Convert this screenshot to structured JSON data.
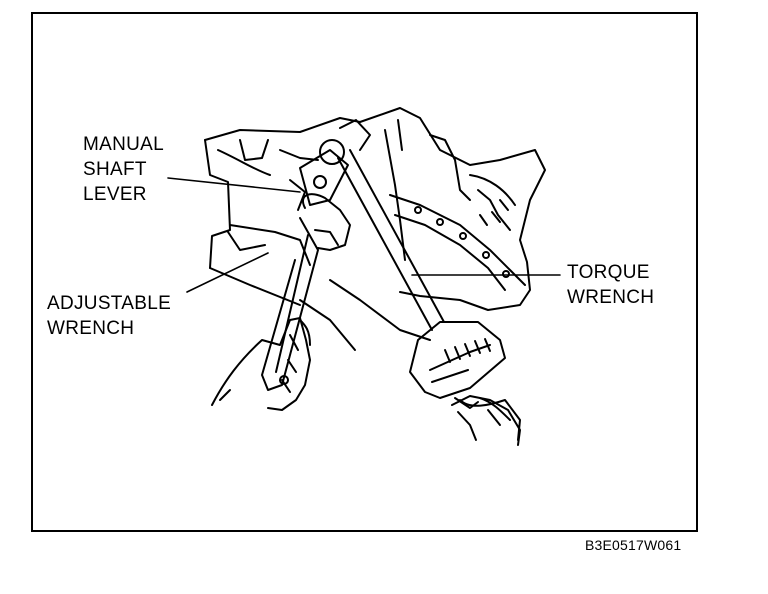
{
  "labels": {
    "manual_shaft_lever": [
      "MANUAL",
      "SHAFT",
      "LEVER"
    ],
    "torque_wrench": [
      "TORQUE",
      "WRENCH"
    ],
    "adjustable_wrench": [
      "ADJUSTABLE",
      "WRENCH"
    ]
  },
  "figure_code": "B3E0517W061"
}
